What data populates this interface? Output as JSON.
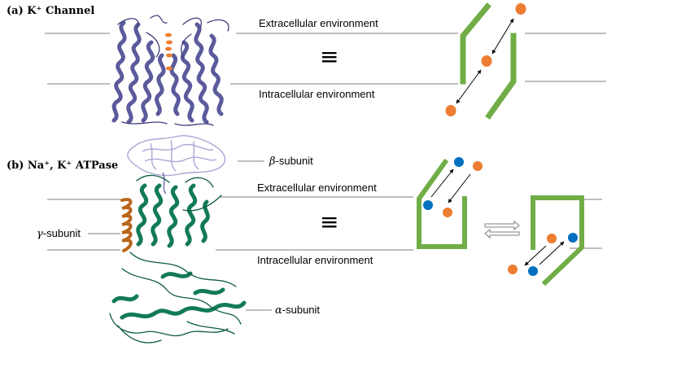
{
  "panel_a": {
    "title": "(a) K⁺ Channel",
    "extracellular": "Extracellular environment",
    "intracellular": "Intracellular environment",
    "equivalence_symbol": "≡"
  },
  "panel_b": {
    "title": "(b) Na⁺,  K⁺ ATPase",
    "extracellular": "Extracellular environment",
    "intracellular": "Intracellular environment",
    "equivalence_symbol": "≡",
    "beta_label": {
      "greek": "β",
      "text": "-subunit"
    },
    "gamma_label": {
      "greek": "γ",
      "text": "-subunit"
    },
    "alpha_label": {
      "greek": "α",
      "text": "-subunit"
    }
  },
  "colors": {
    "channel_green": "#70ad47",
    "k_ion_orange": "#ed7d31",
    "na_ion_blue": "#0070c0",
    "k_channel_protein": "#5b5a9c",
    "alpha_subunit": "#127a5a",
    "beta_subunit": "#b4b4dc",
    "gamma_subunit": "#b8661a",
    "membrane_line": "#7f7f7f"
  }
}
